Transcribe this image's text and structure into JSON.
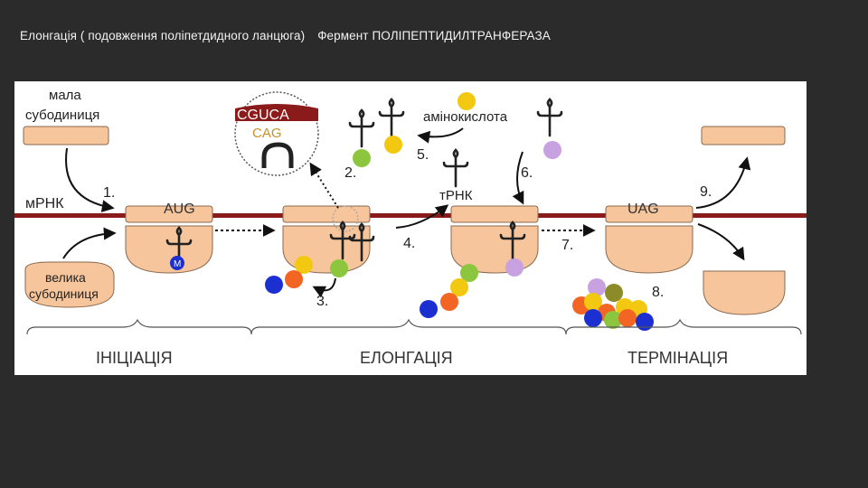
{
  "slide": {
    "title_left": "Елонгація ( подовження поліпетдидного ланцюга)",
    "title_right": "Фермент ПОЛІПЕПТИДИЛТРАНФЕРАЗА"
  },
  "diagram": {
    "labels": {
      "small_subunit": [
        "мала",
        "субодиниця"
      ],
      "large_subunit": [
        "велика",
        "субодиниця"
      ],
      "mrna": "мРНК",
      "trna": "тРНК",
      "amino_acid": "амінокислота",
      "start_codon": "AUG",
      "stop_codon": "UAG",
      "methionine": "M",
      "codon": "CGUCA",
      "anticodon": "CAG"
    },
    "steps": [
      "1.",
      "2.",
      "3.",
      "4.",
      "5.",
      "6.",
      "7.",
      "8.",
      "9."
    ],
    "phases": [
      "ІНІЦІАЦІЯ",
      "ЕЛОНГАЦІЯ",
      "ТЕРМІНАЦІЯ"
    ],
    "colors": {
      "ribosome": "#f6c59b",
      "ribosome_stroke": "#8a6a50",
      "mrna": "#8b1a1a",
      "codon_banner": "#8b1a1a",
      "anticodon_text": "#c8902a",
      "yellow": "#f2c811",
      "green": "#8cc63f",
      "lilac": "#c8a2e0",
      "blue": "#1c2fd0",
      "orange": "#f26522",
      "olive": "#8b8b2a"
    }
  }
}
